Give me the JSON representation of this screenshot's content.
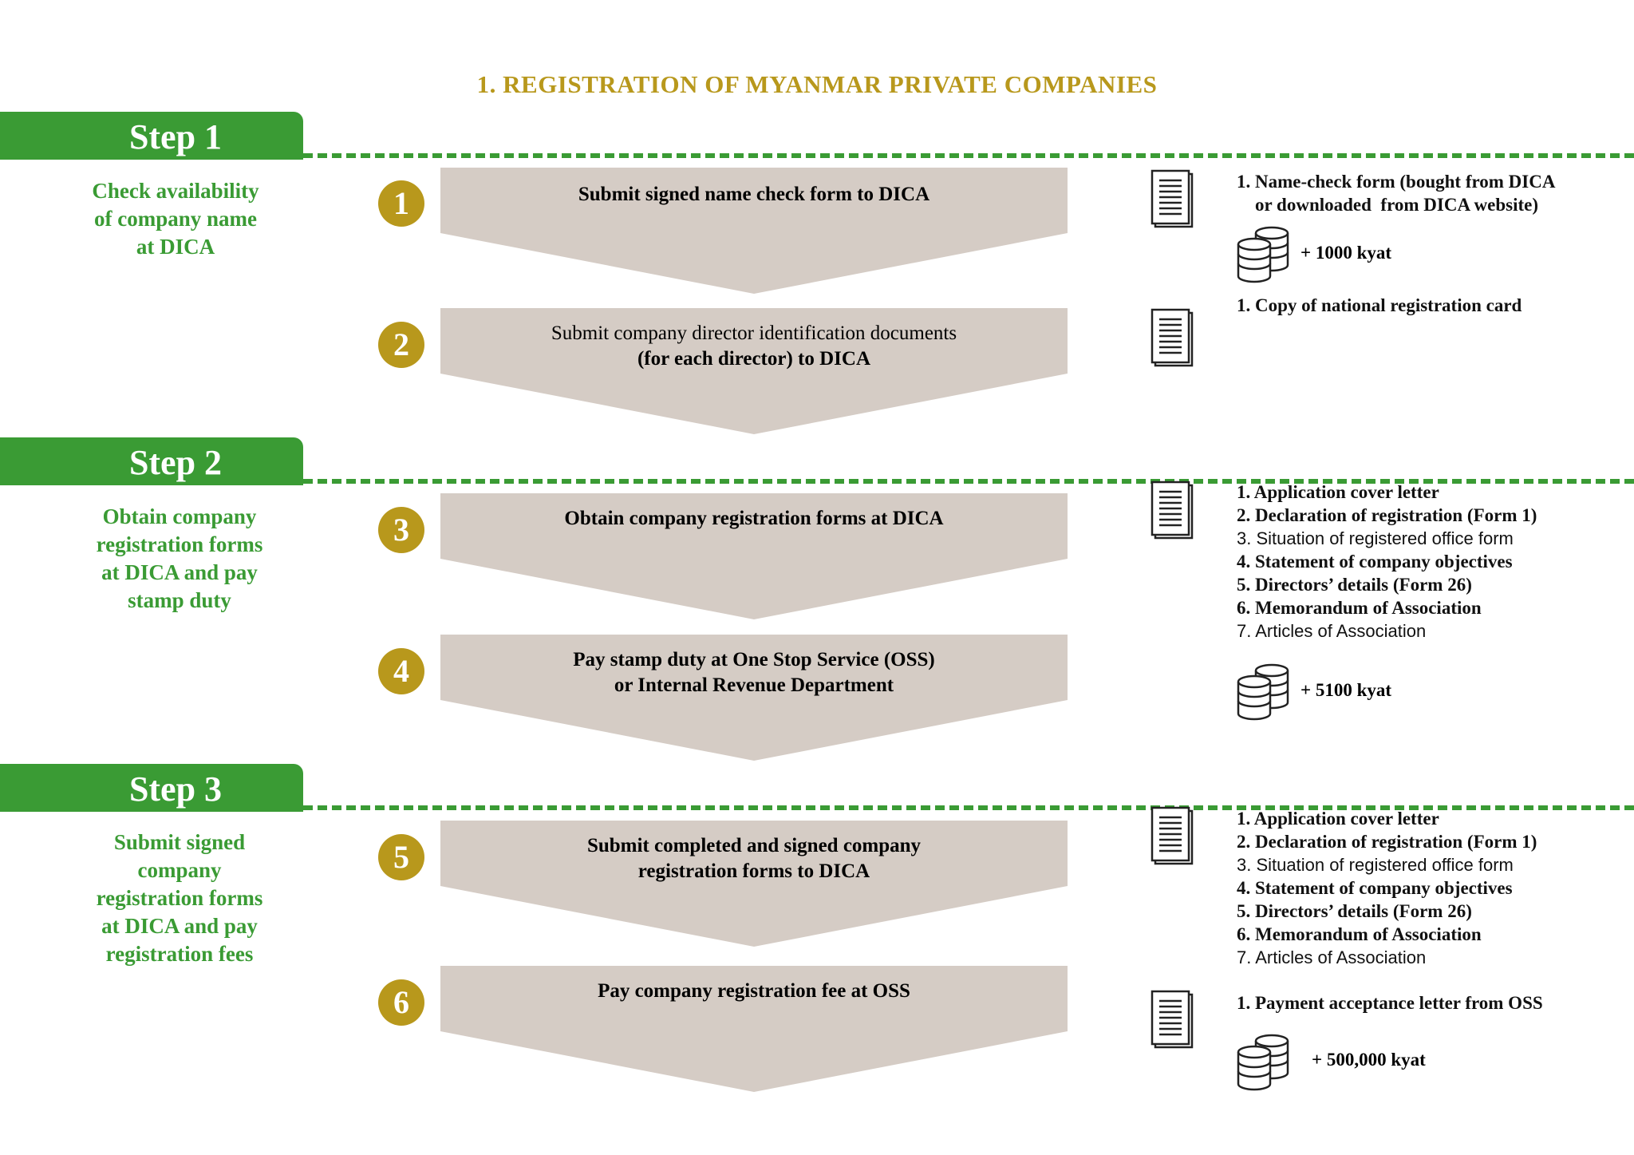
{
  "title": "1.  REGISTRATION OF MYANMAR PRIVATE COMPANIES",
  "colors": {
    "green": "#3a9b34",
    "gold": "#b8981c",
    "chevron": "#d5ccc5"
  },
  "steps": [
    {
      "label": "Step  1",
      "description": [
        "Check availability",
        "of  company  name",
        "at DICA"
      ]
    },
    {
      "label": "Step  2",
      "description": [
        "Obtain company",
        "registration forms",
        "at DICA and pay",
        "stamp  duty"
      ]
    },
    {
      "label": "Step  3",
      "description": [
        "Submit signed",
        "company",
        "registration forms",
        "at DICA and pay",
        "registration fees"
      ]
    }
  ],
  "tasks": [
    {
      "number": "1",
      "lines": [
        "Submit signed  name  check  form to DICA"
      ]
    },
    {
      "number": "2",
      "lines": [
        "Submit company director identification documents",
        "(for each  director)  to DICA"
      ]
    },
    {
      "number": "3",
      "lines": [
        "Obtain company  registration forms  at DICA"
      ]
    },
    {
      "number": "4",
      "lines": [
        "Pay stamp duty at One Stop Service  (OSS)",
        "or Internal Revenue  Department"
      ]
    },
    {
      "number": "5",
      "lines": [
        "Submit completed and signed  company",
        "registration forms  to DICA"
      ]
    },
    {
      "number": "6",
      "lines": [
        "Pay company  registration fee  at OSS"
      ]
    }
  ],
  "documents": {
    "task1": [
      "1. Name-check form (bought from DICA",
      "    or downloaded  from DICA website)"
    ],
    "task2": [
      "1. Copy of national  registration card"
    ],
    "step2": [
      "1. Application cover  letter",
      "2. Declaration  of registration (Form 1)",
      "3. Situation of registered office form",
      "4. Statement of company objectives",
      "5. Directors’ details  (Form 26)",
      "6. Memorandum  of Association",
      "7. Articles of Association"
    ],
    "step3": [
      "1. Application cover  letter",
      "2. Declaration  of registration (Form 1)",
      "3. Situation of registered office form",
      "4. Statement of company objectives",
      "5. Directors’ details  (Form 26)",
      "6. Memorandum  of Association",
      "7. Articles of Association"
    ],
    "task6": [
      "1. Payment  acceptance letter  from OSS"
    ]
  },
  "fees": {
    "task1": "+ 1000  kyat",
    "step2": "+ 5100  kyat",
    "task6": "+ 500,000 kyat"
  },
  "icons": {
    "document": "document-icon",
    "coins": "coin-stack-icon"
  }
}
